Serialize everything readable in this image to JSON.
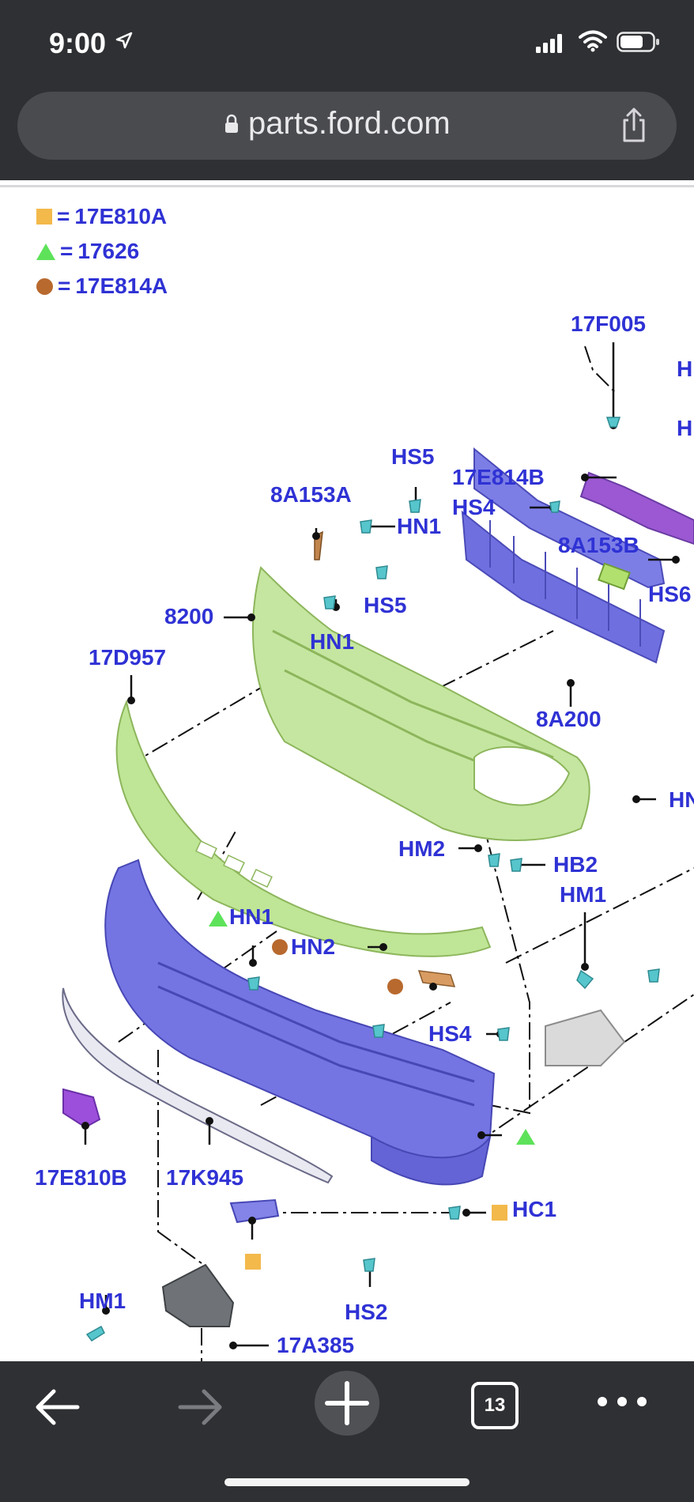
{
  "status_bar": {
    "time": "9:00",
    "icons": [
      "location-arrow-icon",
      "cellular-signal-icon",
      "wifi-icon",
      "battery-icon"
    ]
  },
  "browser": {
    "url": "parts.ford.com",
    "tab_count": "13",
    "icons": [
      "lock-icon",
      "share-icon",
      "back-arrow-icon",
      "forward-arrow-icon",
      "plus-icon",
      "more-icon"
    ]
  },
  "legend": [
    {
      "symbol": "square",
      "color": "#f3b94b",
      "equals": "=",
      "part": "17E810A"
    },
    {
      "symbol": "triangle",
      "color": "#5ee25a",
      "equals": "=",
      "part": "17626"
    },
    {
      "symbol": "circle",
      "color": "#b8692e",
      "equals": "=",
      "part": "17E814A"
    }
  ],
  "part_labels": {
    "p17F005": "17F005",
    "pH_top1": "H",
    "pH_top2": "H",
    "pHS5_top": "HS5",
    "p17E814B": "17E814B",
    "p8A153A": "8A153A",
    "pHN1_a": "HN1",
    "pHS4_top": "HS4",
    "p8A153B": "8A153B",
    "pHS6": "HS6",
    "p8200": "8200",
    "pHS5_mid": "HS5",
    "pHN1_b": "HN1",
    "p17D957": "17D957",
    "p8A200": "8A200",
    "pHN_right": "HN",
    "pHM2": "HM2",
    "pHB2": "HB2",
    "pHM1_right": "HM1",
    "pHN1_c": "HN1",
    "pHN2": "HN2",
    "pHS4_low": "HS4",
    "p17E810B": "17E810B",
    "p17K945": "17K945",
    "pHC1": "HC1",
    "pHM1_low": "HM1",
    "pHS2": "HS2",
    "p17A385": "17A385"
  },
  "colors": {
    "label_blue": "#2f32d4",
    "fascia_green": "#b9e08a",
    "bumper_purple": "#6f6fe0",
    "fastener_teal": "#4fc2c8",
    "chrome_dark": "#2f3033"
  }
}
